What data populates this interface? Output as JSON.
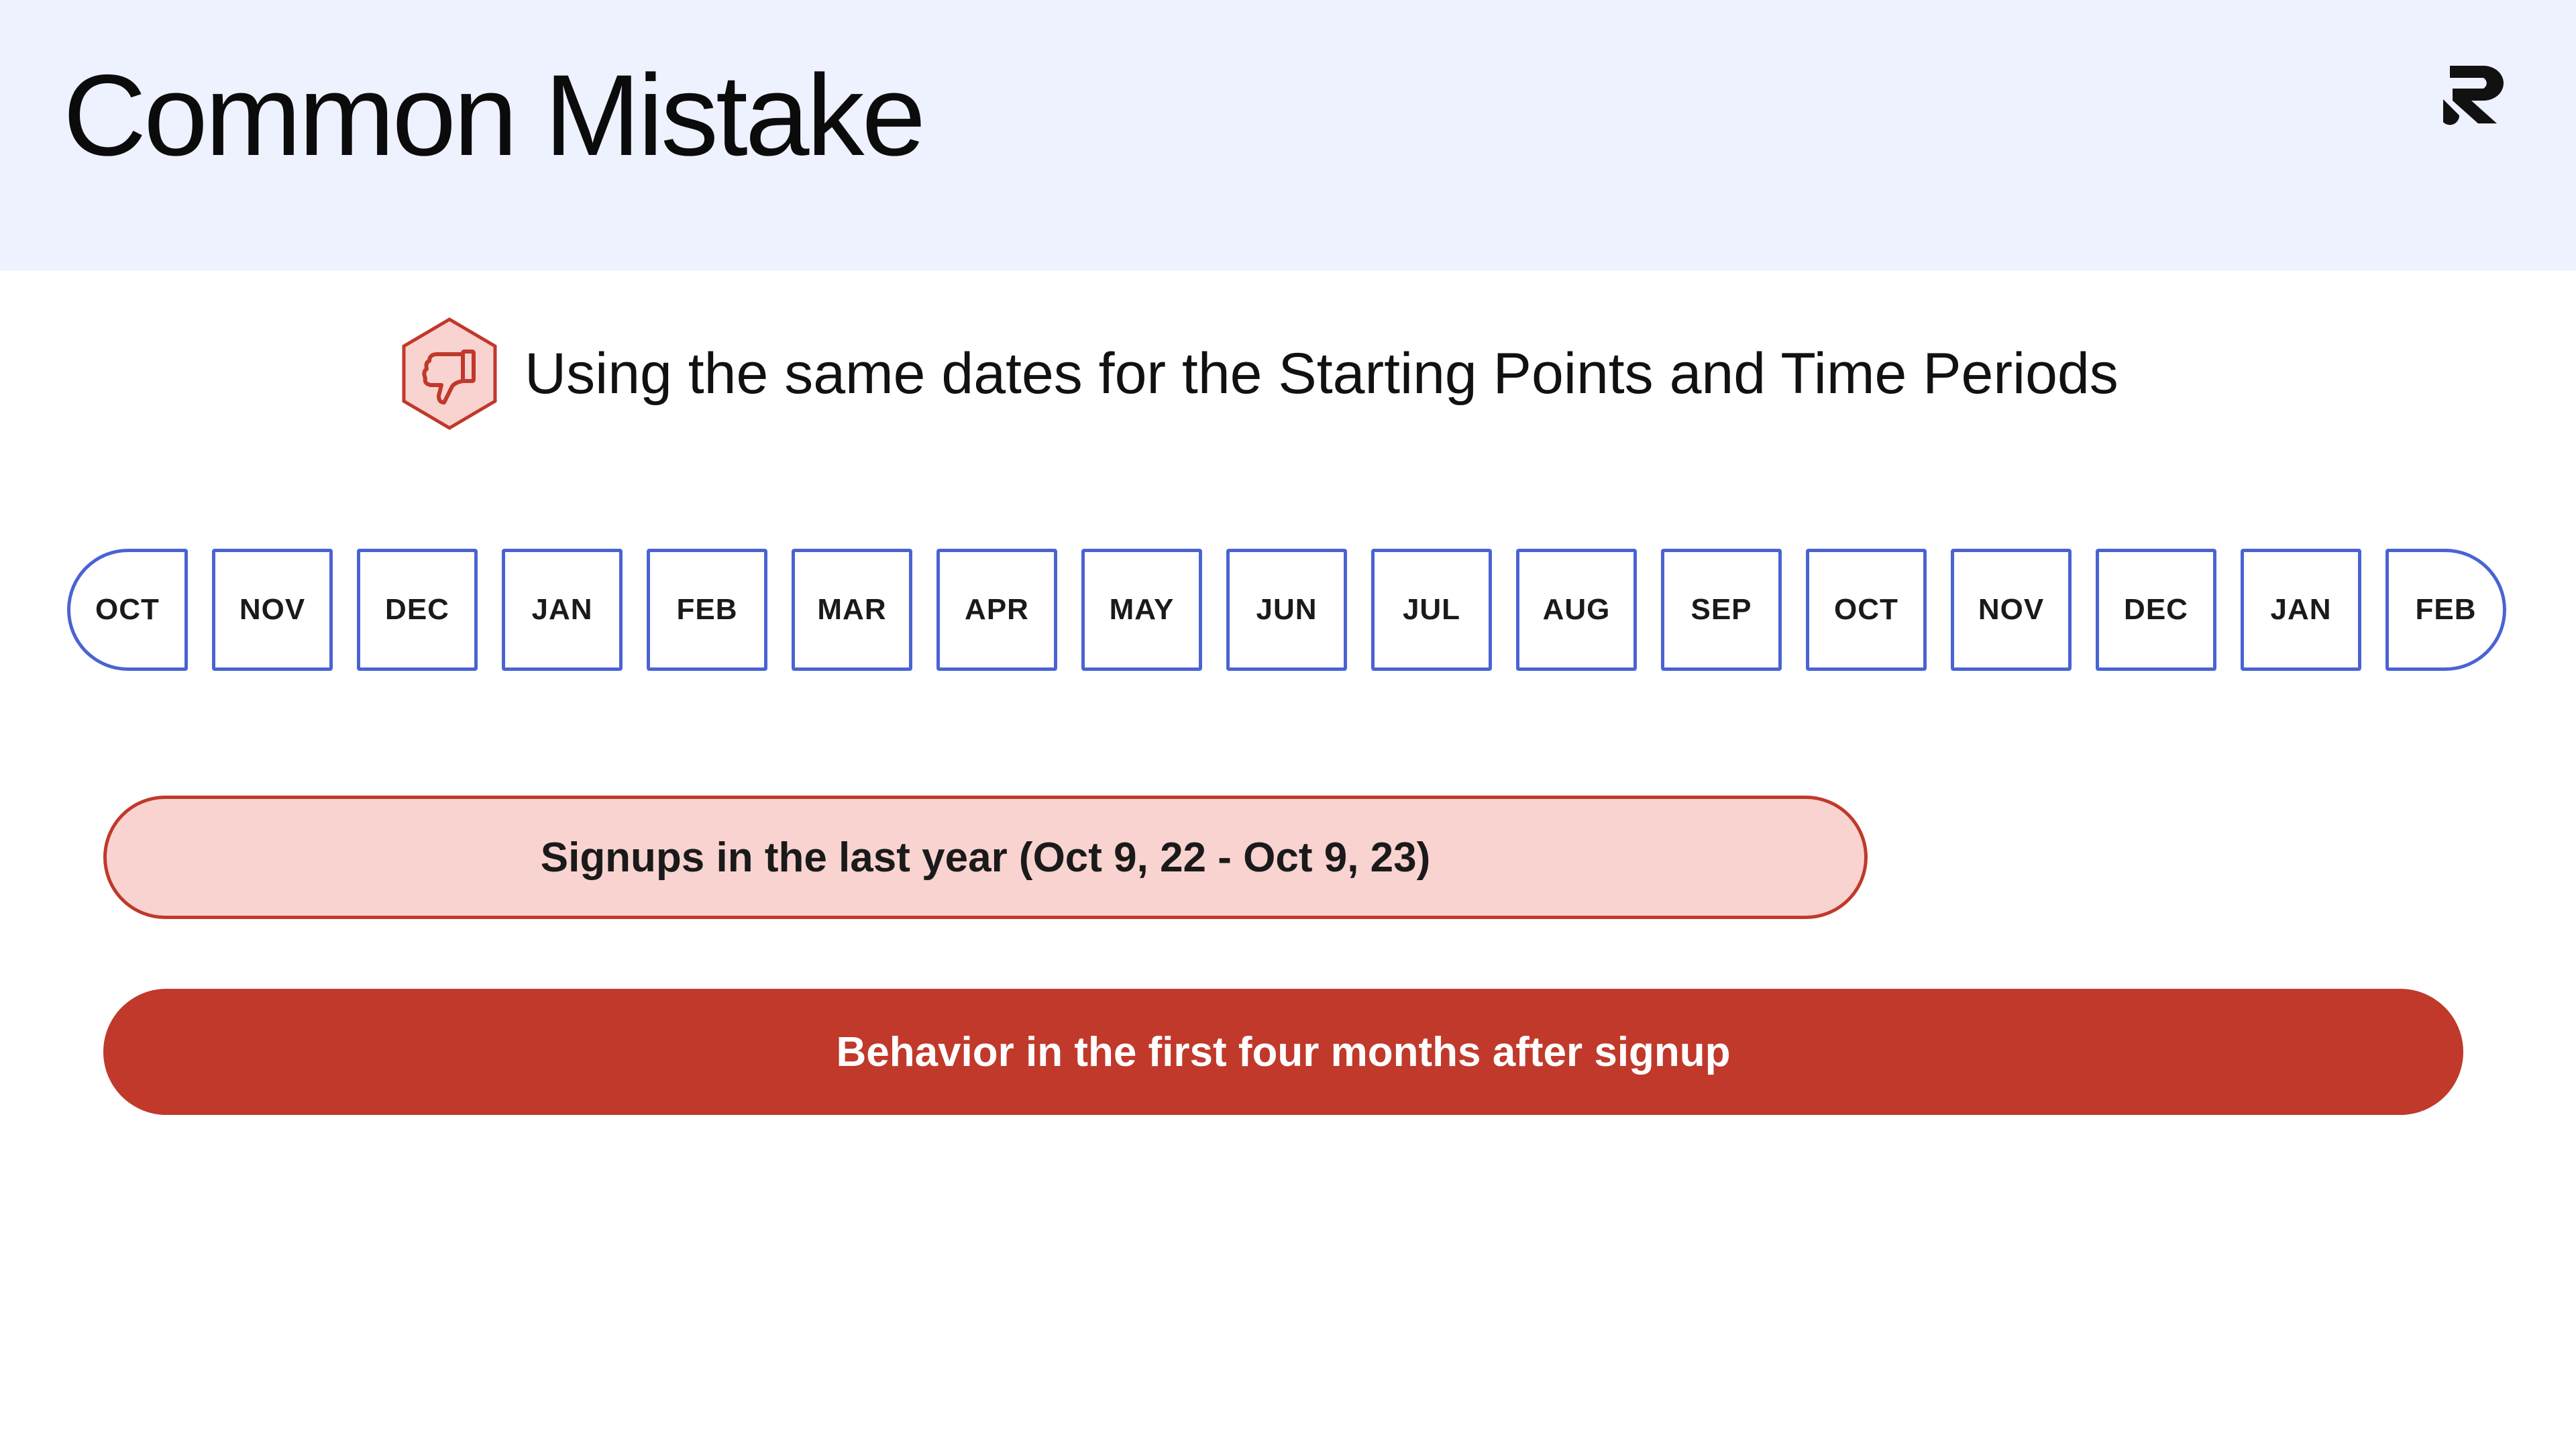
{
  "header": {
    "title": "Common Mistake"
  },
  "logo": {
    "icon": "brand-logo-icon"
  },
  "subtitle": {
    "icon": "thumbs-down-icon",
    "text": "Using the same dates for the Starting Points and Time Periods"
  },
  "timeline": {
    "months": [
      "OCT",
      "NOV",
      "DEC",
      "JAN",
      "FEB",
      "MAR",
      "APR",
      "MAY",
      "JUN",
      "JUL",
      "AUG",
      "SEP",
      "OCT",
      "NOV",
      "DEC",
      "JAN",
      "FEB"
    ]
  },
  "bars": {
    "signups_label": "Signups in the last year (Oct 9, 22 - Oct 9, 23)",
    "behavior_label": "Behavior in the first four months after signup"
  },
  "colors": {
    "header_bg": "#eef1fe",
    "month_border": "#4a63d3",
    "accent_red": "#c0392b",
    "light_red": "#f8d3cf"
  }
}
